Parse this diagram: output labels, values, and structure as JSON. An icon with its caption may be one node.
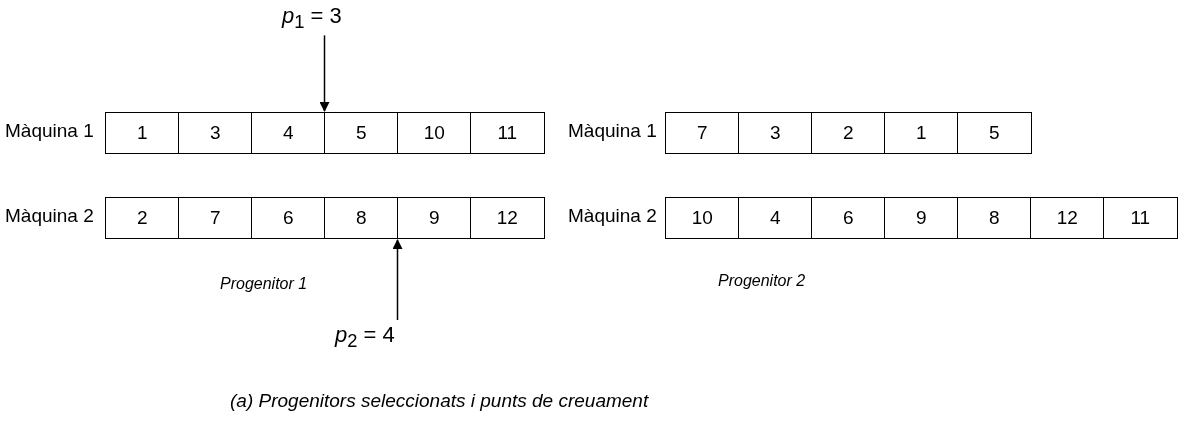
{
  "diagram": {
    "caption": "(a) Progenitors seleccionats i punts de creuament",
    "nodes": [
      {
        "text": [
          "*p*$_{1}$ = 3"
        ]
      },
      {
        "text": [
          "1"
        ]
      },
      {
        "text": [
          "3"
        ]
      },
      {
        "text": [
          "4"
        ]
      },
      {
        "text": [
          "5"
        ]
      },
      {
        "text": [
          "10"
        ]
      },
      {
        "text": [
          "11"
        ]
      },
      {
        "text": [
          "7"
        ]
      },
      {
        "text": [
          "3"
        ]
      },
      {
        "text": [
          "2"
        ]
      },
      {
        "text": [
          "1"
        ]
      },
      {
        "text": [
          "5"
        ]
      },
      {
        "text": [
          "2"
        ]
      },
      {
        "text": [
          "7"
        ]
      },
      {
        "text": [
          "6"
        ]
      },
      {
        "text": [
          "8"
        ]
      },
      {
        "text": [
          "9"
        ]
      },
      {
        "text": [
          "12"
        ]
      },
      {
        "text": [
          "10"
        ]
      },
      {
        "text": [
          "4"
        ]
      },
      {
        "text": [
          "6"
        ]
      },
      {
        "text": [
          "9"
        ]
      },
      {
        "text": [
          "8"
        ]
      },
      {
        "text": [
          "12"
        ]
      },
      {
        "text": [
          "11"
        ]
      },
      {
        "text": [
          "*p*$_{2}$ = 4"
        ]
      }
    ],
    "edges": [
      {
        "from": 0,
        "to": 3,
        "arrow": "to"
      },
      {
        "from": 25,
        "to": 15,
        "arrow": "to"
      }
    ],
    "labels": [
      "Màquina 1",
      "Màquina 1",
      "Màquina 2",
      "Màquina 2",
      "Progenitor 1",
      "Progenitor 2"
    ]
  }
}
